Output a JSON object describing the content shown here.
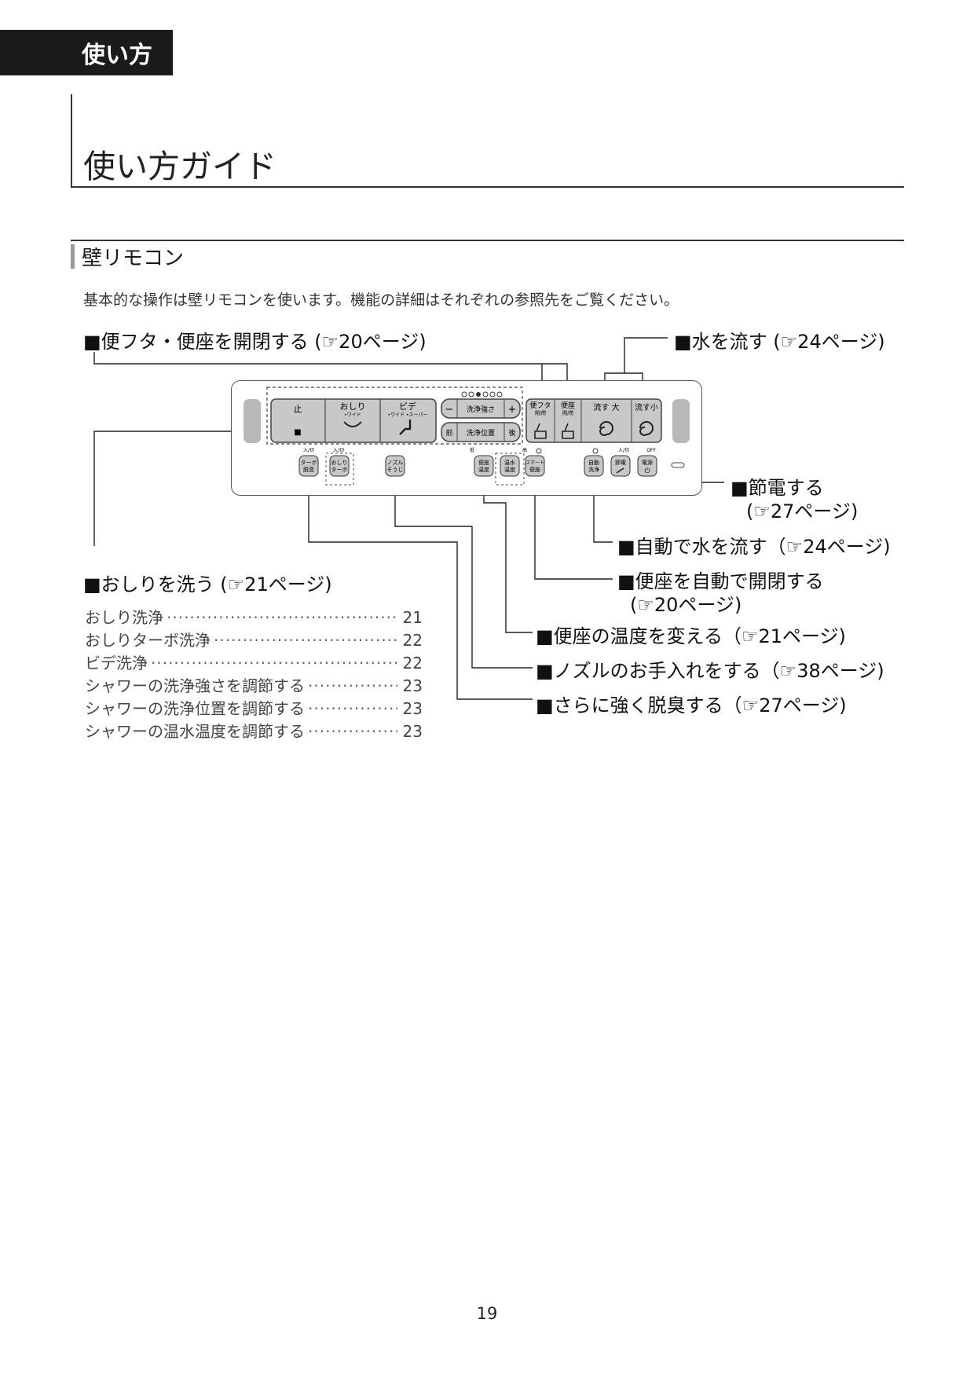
{
  "header": {
    "section_tab": "使い方",
    "page_title": "使い方ガイド",
    "subsection_title": "壁リモコン",
    "intro": "基本的な操作は壁リモコンを使います。機能の詳細はそれぞれの参照先をご覧ください。"
  },
  "callouts": {
    "lid_seat_open_close": "■便フタ・便座を開閉する (☞20ページ)",
    "flush_water": "■水を流す (☞24ページ)",
    "power_save_1": "■節電する",
    "power_save_2": "(☞27ページ)",
    "auto_flush": "■自動で水を流す（☞24ページ)",
    "auto_seat_1": "■便座を自動で開閉する",
    "auto_seat_2": "(☞20ページ)",
    "wash_bottom": "■おしりを洗う (☞21ページ)",
    "seat_temp": "■便座の温度を変える（☞21ページ)",
    "nozzle_care": "■ノズルのお手入れをする（☞38ページ)",
    "strong_deodor": "■さらに強く脱臭する（☞27ページ)"
  },
  "ref_list": [
    {
      "label": "おしり洗浄",
      "page": "21"
    },
    {
      "label": "おしりターボ洗浄",
      "page": "22"
    },
    {
      "label": "ビデ洗浄",
      "page": "22"
    },
    {
      "label": "シャワーの洗浄強さを調節する",
      "page": "23"
    },
    {
      "label": "シャワーの洗浄位置を調節する",
      "page": "23"
    },
    {
      "label": "シャワーの温水温度を調節する",
      "page": "23"
    }
  ],
  "remote": {
    "stop": "止",
    "stop_symbol": "■",
    "oshiri": "おしり",
    "oshiri_sub": "•ワイド",
    "bidet": "ビデ",
    "bidet_sub": "•ワイド •スーパー",
    "minus": "−",
    "plus": "+",
    "strength": "洗浄強さ",
    "front": "前",
    "position": "洗浄位置",
    "rear": "後",
    "lid_1": "便フタ",
    "lid_2": "開/閉",
    "seat_1": "便座",
    "seat_2": "開/閉",
    "flush_big": "流す 大",
    "flush_small": "流す小",
    "onoff_1": "入/切",
    "onoff_2": "入/切",
    "onoff_3": "入/切",
    "off": "OFF",
    "btn_turbo_deodor_1": "ターボ",
    "btn_turbo_deodor_2": "脱臭",
    "btn_oshiri_turbo_1": "おしり",
    "btn_oshiri_turbo_2": "ターボ",
    "btn_nozzle_1": "ノズル",
    "btn_nozzle_2": "そうじ",
    "btn_seat_temp_1": "便座",
    "btn_seat_temp_2": "温度",
    "btn_water_temp_1": "温水",
    "btn_water_temp_2": "温度",
    "btn_smart_seat_1": "スマート",
    "btn_smart_seat_2": "便座",
    "btn_auto_flush_1": "自動",
    "btn_auto_flush_2": "洗浄",
    "btn_power_save_1": "節電",
    "btn_power_1": "電源",
    "btn_power_2": "⏻",
    "low_label": "低",
    "high_label": "高"
  },
  "page_number": "19"
}
